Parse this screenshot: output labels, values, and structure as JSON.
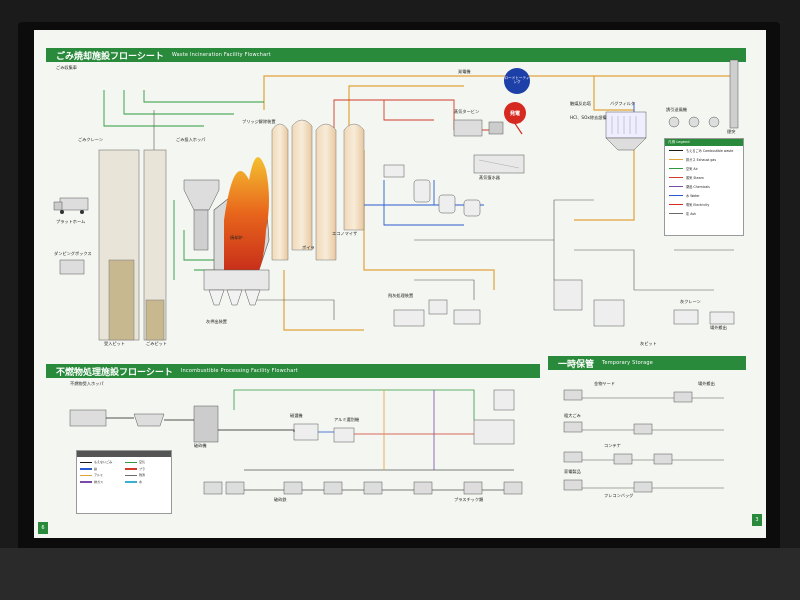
{
  "incineration": {
    "title": "ごみ焼却施設フローシート",
    "title_en": "Waste Incineration Facility Flowchart"
  },
  "incombustible": {
    "title": "不燃物処理施設フローシート",
    "title_en": "Incombustible Processing Facility Flowchart"
  },
  "temporary": {
    "title": "一時保管",
    "title_en": "Temporary Storage"
  },
  "power_label": "ロードヒーティング",
  "power_gen_label": "発電",
  "page_left": "6",
  "page_right": "3",
  "labels": {
    "waste_truck": "ごみ収集車",
    "platform": "プラットホーム",
    "dumping_box": "ダンピングボックス",
    "crane": "ごみクレーン",
    "bunker": "ごみピット",
    "receiving_pit": "受入ピット",
    "hopper": "ごみ投入ホッパ",
    "furnace": "焼却炉",
    "boiler": "ボイラ",
    "economizer": "エコノマイザ",
    "bag_filter": "バグフィルタ",
    "induced_fan": "誘引送風機",
    "stack": "煙突",
    "turbine": "蒸気タービン",
    "generator": "発電機",
    "steam_condenser": "蒸気復水器",
    "ash_conveyor": "灰押出装置",
    "ash_pit": "灰ピット",
    "ash_crane": "灰クレーン",
    "fly_ash": "飛灰処理装置",
    "ash_out": "場外搬出",
    "hcl_reactor": "HCl、SOx除去設備",
    "catalyst": "触媒反応塔",
    "bridge_breaker": "ブリッジ解除装置",
    "incombustible_intake": "不燃物受入ホッパ",
    "crusher": "破砕機",
    "magnet": "磁選機",
    "aluminium": "アルミ選別機",
    "iron_out": "破砕鉄",
    "plastic_bin": "プラスチック類",
    "temp_metal": "金物ヤード",
    "temp_bulk": "粗大ごみ",
    "temp_container": "コンテナ",
    "temp_appliance": "家電製品",
    "temp_freon": "フレコンバッグ",
    "offsite": "場外搬出"
  },
  "legend": {
    "title": "凡例 Legend",
    "items": [
      {
        "label": "もえるごみ Combustible waste",
        "color": "#1a1a1a"
      },
      {
        "label": "排ガス Exhaust gas",
        "color": "#e0a23a"
      },
      {
        "label": "空気 Air",
        "color": "#2e9a3f"
      },
      {
        "label": "蒸気 Steam",
        "color": "#d23a2a"
      },
      {
        "label": "薬品 Chemicals",
        "color": "#7a4aa8"
      },
      {
        "label": "水 Water",
        "color": "#2a5ad0"
      },
      {
        "label": "電気 Electricity",
        "color": "#d62a20"
      },
      {
        "label": "灰 Ash",
        "color": "#6a6a6a"
      }
    ]
  },
  "legend2": {
    "items": [
      {
        "label": "もえないごみ",
        "color": "#1a1a1a"
      },
      {
        "label": "空気",
        "color": "#2e9a3f"
      },
      {
        "label": "鉄",
        "color": "#2a5ad0"
      },
      {
        "label": "プラ",
        "color": "#d23a2a"
      },
      {
        "label": "アルミ",
        "color": "#e0a23a"
      },
      {
        "label": "残渣",
        "color": "#6a6a6a"
      },
      {
        "label": "排ガス",
        "color": "#7a4aa8"
      },
      {
        "label": "水",
        "color": "#3ab0d0"
      }
    ]
  },
  "colors": {
    "green": "#2a8a3c",
    "flue": "#e0a23a",
    "air": "#2e9a3f",
    "steam": "#d23a2a",
    "water": "#2a5ad0",
    "fire": "#e86a1c"
  }
}
